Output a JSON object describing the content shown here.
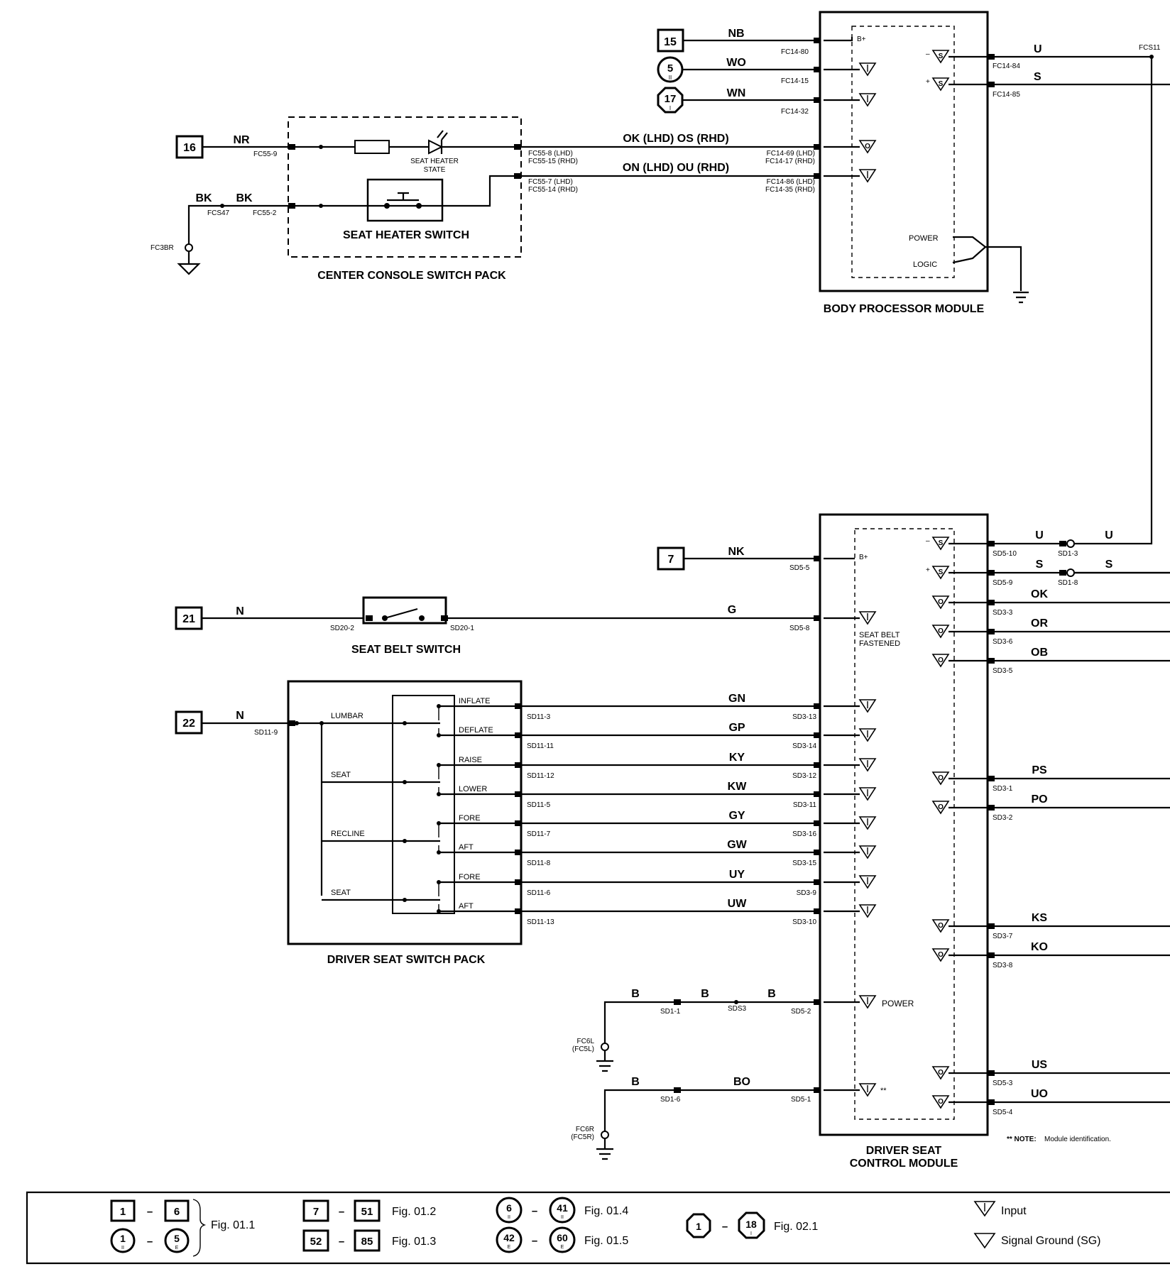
{
  "modules": {
    "body_processor": "BODY PROCESSOR MODULE",
    "center_console": "CENTER CONSOLE SWITCH PACK",
    "seat_heater_switch": "SEAT HEATER SWITCH",
    "seat_heater_state": [
      "SEAT HEATER",
      "STATE"
    ],
    "seat_belt_switch": "SEAT BELT SWITCH",
    "driver_seat_switch_pack": "DRIVER SEAT SWITCH PACK",
    "driver_seat_control": [
      "DRIVER SEAT",
      "CONTROL MODULE"
    ]
  },
  "bpm": {
    "inputs": [
      {
        "ref": "15",
        "shape": "square",
        "sub": "",
        "wire": "NB",
        "pin": "FC14-80"
      },
      {
        "ref": "5",
        "shape": "circle",
        "sub": "II",
        "wire": "WO",
        "pin": "FC14-15"
      },
      {
        "ref": "17",
        "shape": "octagon",
        "sub": "I",
        "wire": "WN",
        "pin": "FC14-32"
      }
    ],
    "bplus": "B+",
    "power": "POWER",
    "logic": "LOGIC",
    "outputs": [
      {
        "wire": "U",
        "pin": "FC14-84",
        "sym": "S",
        "sign": "–"
      },
      {
        "wire": "S",
        "pin": "FC14-85",
        "sym": "S",
        "sign": "+"
      }
    ],
    "splice": "FCS11",
    "mid_pins": [
      {
        "pin1": "FC14-69 (LHD)",
        "pin2": "FC14-17 (RHD)"
      },
      {
        "pin1": "FC14-86 (LHD)",
        "pin2": "FC14-35 (RHD)"
      }
    ]
  },
  "ccsp": {
    "ref": "16",
    "wire_in": "NR",
    "pin_in": "FC55-9",
    "gnd_wire1": "BK",
    "gnd_wire2": "BK",
    "gnd_splice": "FCS47",
    "gnd_pin": "FC55-2",
    "ground": "FC3BR",
    "out1_wire": "OK (LHD)  OS (RHD)",
    "out1_pin1": "FC55-8 (LHD)",
    "out1_pin2": "FC55-15 (RHD)",
    "out2_wire": "ON (LHD)  OU (RHD)",
    "out2_pin1": "FC55-7 (LHD)",
    "out2_pin2": "FC55-14 (RHD)"
  },
  "dscm": {
    "ref7": "7",
    "wire7": "NK",
    "pin7": "SD5-5",
    "bplus": "B+",
    "seat_belt": {
      "ref": "21",
      "wire_in": "N",
      "pin_a": "SD20-2",
      "pin_b": "SD20-1",
      "wire_out": "G",
      "pin": "SD5-8",
      "label": [
        "SEAT BELT",
        "FASTENED"
      ]
    },
    "switch_pack": {
      "ref": "22",
      "wire_in": "N",
      "pin_in": "SD11-9",
      "groups": [
        "LUMBAR",
        "SEAT",
        "RECLINE",
        "SEAT"
      ],
      "rows": [
        {
          "name": "INFLATE",
          "pin_a": "SD11-3",
          "wire": "GN",
          "pin_b": "SD3-13"
        },
        {
          "name": "DEFLATE",
          "pin_a": "SD11-11",
          "wire": "GP",
          "pin_b": "SD3-14"
        },
        {
          "name": "RAISE",
          "pin_a": "SD11-12",
          "wire": "KY",
          "pin_b": "SD3-12"
        },
        {
          "name": "LOWER",
          "pin_a": "SD11-5",
          "wire": "KW",
          "pin_b": "SD3-11"
        },
        {
          "name": "FORE",
          "pin_a": "SD11-7",
          "wire": "GY",
          "pin_b": "SD3-16"
        },
        {
          "name": "AFT",
          "pin_a": "SD11-8",
          "wire": "GW",
          "pin_b": "SD3-15"
        },
        {
          "name": "FORE",
          "pin_a": "SD11-6",
          "wire": "UY",
          "pin_b": "SD3-9"
        },
        {
          "name": "AFT",
          "pin_a": "SD11-13",
          "wire": "UW",
          "pin_b": "SD3-10"
        }
      ]
    },
    "power_label": "POWER",
    "gnd1": {
      "w1": "B",
      "c1": "SD1-1",
      "w2": "B",
      "splice": "SDS3",
      "w3": "B",
      "pin": "SD5-2",
      "ground1": "FC6L",
      "ground2": "(FC5L)"
    },
    "gnd2": {
      "w1": "B",
      "c1": "SD1-6",
      "w2": "BO",
      "pin": "SD5-1",
      "ground1": "FC6R",
      "ground2": "(FC5R)",
      "mark": "**"
    },
    "outputs": [
      {
        "wire": "U",
        "pin": "SD5-10",
        "conn": "SD1-3",
        "wire2": "U",
        "sym": "S",
        "sign": "–"
      },
      {
        "wire": "S",
        "pin": "SD5-9",
        "conn": "SD1-8",
        "wire2": "S",
        "sym": "S",
        "sign": "+"
      },
      {
        "wire": "OK",
        "pin": "SD3-3",
        "sym": "O"
      },
      {
        "wire": "OR",
        "pin": "SD3-6",
        "sym": "O"
      },
      {
        "wire": "OB",
        "pin": "SD3-5",
        "sym": "O"
      },
      {
        "wire": "PS",
        "pin": "SD3-1",
        "sym": "O"
      },
      {
        "wire": "PO",
        "pin": "SD3-2",
        "sym": "O"
      },
      {
        "wire": "KS",
        "pin": "SD3-7",
        "sym": "O"
      },
      {
        "wire": "KO",
        "pin": "SD3-8",
        "sym": "O"
      },
      {
        "wire": "US",
        "pin": "SD5-3",
        "sym": "O"
      },
      {
        "wire": "UO",
        "pin": "SD5-4",
        "sym": "O"
      }
    ],
    "note_label": "** NOTE:",
    "note_text": "Module identification."
  },
  "legend": {
    "fig011": "Fig. 01.1",
    "fig012": "Fig. 01.2",
    "fig013": "Fig. 01.3",
    "fig014": "Fig. 01.4",
    "fig015": "Fig. 01.5",
    "fig021": "Fig. 02.1",
    "r1a": "1",
    "r1b": "6",
    "r2a": "1",
    "r2a_sub": "II",
    "r2b": "5",
    "r2b_sub": "E",
    "r3a": "7",
    "r3b": "51",
    "r4a": "52",
    "r4b": "85",
    "r5a": "6",
    "r5a_sub": "II",
    "r5b": "41",
    "r5b_sub": "II",
    "r6a": "42",
    "r6a_sub": "E",
    "r6b": "60",
    "r6b_sub": "E",
    "r7a": "1",
    "r7b": "18",
    "r7b_sub": "I",
    "dash": "–",
    "input_label": "Input",
    "sg_label": "Signal Ground (SG)"
  }
}
